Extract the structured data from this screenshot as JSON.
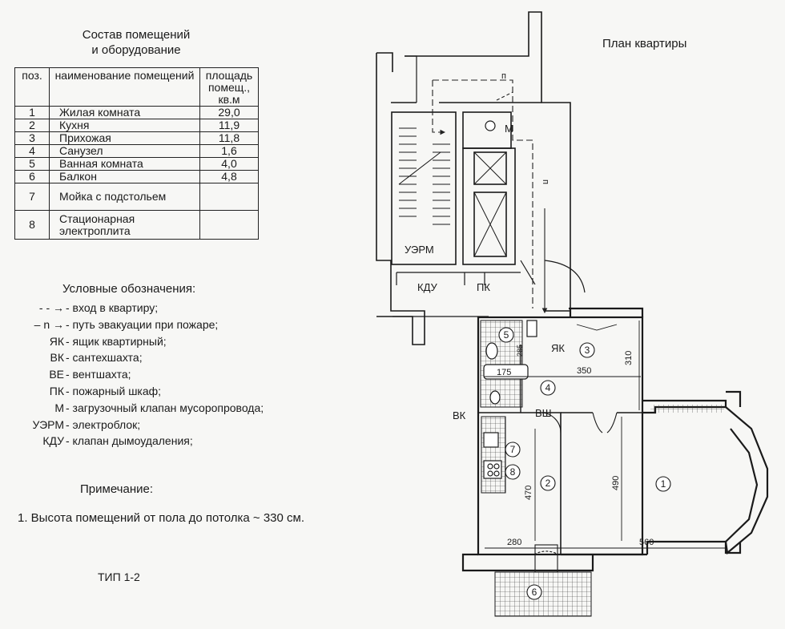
{
  "table": {
    "title_line1": "Состав помещений",
    "title_line2": "и оборудование",
    "headers": {
      "pos": "поз.",
      "name": "наименование помещений",
      "area": "площадь помещ., кв.м"
    },
    "rows": [
      {
        "pos": "1",
        "name": "Жилая комната",
        "area": "29,0"
      },
      {
        "pos": "2",
        "name": "Кухня",
        "area": "11,9"
      },
      {
        "pos": "3",
        "name": "Прихожая",
        "area": "11,8"
      },
      {
        "pos": "4",
        "name": "Санузел",
        "area": "1,6"
      },
      {
        "pos": "5",
        "name": "Ванная комната",
        "area": "4,0"
      },
      {
        "pos": "6",
        "name": "Балкон",
        "area": "4,8"
      },
      {
        "pos": "7",
        "name": "Мойка с подстольем",
        "area": ""
      },
      {
        "pos": "8",
        "name": "Стационарная электроплита",
        "area": ""
      }
    ]
  },
  "legend": {
    "title": "Условные обозначения:",
    "items": [
      {
        "symbol": "- - →",
        "text": "- вход в квартиру;"
      },
      {
        "symbol": "– n →",
        "text": "- путь эвакуации при пожаре;"
      },
      {
        "symbol": "ЯК",
        "text": "- ящик квартирный;"
      },
      {
        "symbol": "ВК",
        "text": "- сантехшахта;"
      },
      {
        "symbol": "ВЕ",
        "text": "- вентшахта;"
      },
      {
        "symbol": "ПК",
        "text": "- пожарный шкаф;"
      },
      {
        "symbol": "М",
        "text": "- загрузочный клапан мусоропровода;"
      },
      {
        "symbol": "УЭРМ",
        "text": "- электроблок;"
      },
      {
        "symbol": "КДУ",
        "text": "- клапан дымоудаления;"
      }
    ]
  },
  "note": {
    "title": "Примечание:",
    "text": "1. Высота помещений от пола до потолка  ~ 330 см."
  },
  "type_label": "ТИП 1-2",
  "plan": {
    "title": "План квартиры",
    "room_numbers": [
      "1",
      "2",
      "3",
      "4",
      "5",
      "6",
      "7",
      "8"
    ],
    "dimensions": [
      "350",
      "310",
      "175",
      "285",
      "490",
      "470",
      "280",
      "560"
    ],
    "labels": {
      "yak": "ЯК",
      "vk": "ВК",
      "vsh": "ВШ",
      "m": "М",
      "uerm": "УЭРМ",
      "kdu": "КДУ",
      "pk": "ПК",
      "n": "п"
    }
  }
}
